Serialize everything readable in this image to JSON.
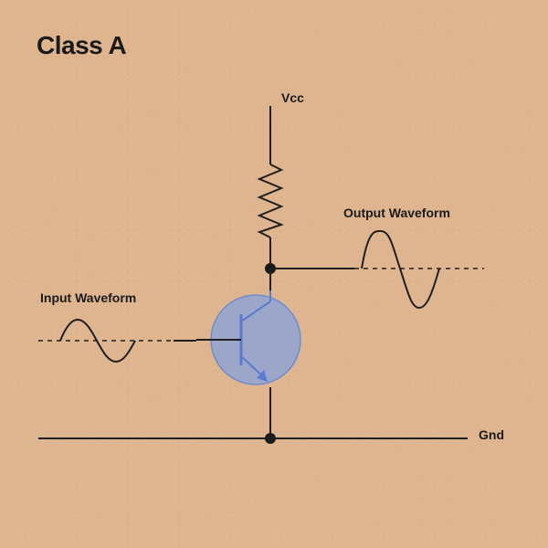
{
  "title": "Class A",
  "labels": {
    "vcc": "Vcc",
    "gnd": "Gnd",
    "input_waveform": "Input Waveform",
    "output_waveform": "Output Waveform"
  },
  "colors": {
    "background": "#dfb58f",
    "wire": "#1f1f1f",
    "transistor_fill": "#8fa3d4",
    "transistor_stroke": "#5b7ad1"
  }
}
